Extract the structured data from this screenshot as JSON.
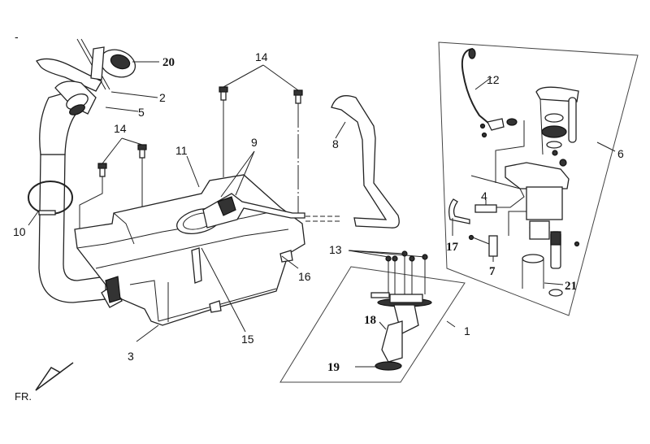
{
  "diagram": {
    "title": "Fuel tank exploded parts diagram",
    "direction_indicator": "FR.",
    "corner_mark": "-",
    "callouts": [
      {
        "id": "c1",
        "text": "1"
      },
      {
        "id": "c2",
        "text": "2"
      },
      {
        "id": "c3",
        "text": "3"
      },
      {
        "id": "c4",
        "text": "4"
      },
      {
        "id": "c5",
        "text": "5"
      },
      {
        "id": "c6",
        "text": "6"
      },
      {
        "id": "c7",
        "text": "7"
      },
      {
        "id": "c8",
        "text": "8"
      },
      {
        "id": "c9",
        "text": "9"
      },
      {
        "id": "c10",
        "text": "10"
      },
      {
        "id": "c11",
        "text": "11"
      },
      {
        "id": "c12",
        "text": "12"
      },
      {
        "id": "c13",
        "text": "13"
      },
      {
        "id": "c14a",
        "text": "14"
      },
      {
        "id": "c14b",
        "text": "14"
      },
      {
        "id": "c15",
        "text": "15"
      },
      {
        "id": "c16",
        "text": "16"
      },
      {
        "id": "c17",
        "text": "17"
      },
      {
        "id": "c18",
        "text": "18"
      },
      {
        "id": "c19",
        "text": "19"
      },
      {
        "id": "c20",
        "text": "20"
      },
      {
        "id": "c21",
        "text": "21"
      }
    ]
  }
}
